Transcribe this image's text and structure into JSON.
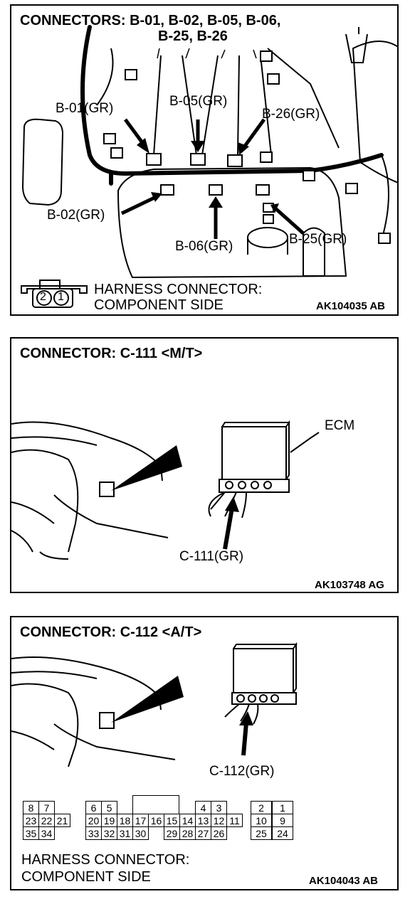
{
  "panel1": {
    "title_line1": "CONNECTORS: B-01, B-02, B-05, B-06,",
    "title_line2": "B-25, B-26",
    "labels": {
      "b01": "B-01(GR)",
      "b05": "B-05(GR)",
      "b26": "B-26(GR)",
      "b02": "B-02(GR)",
      "b06": "B-06(GR)",
      "b25": "B-25(GR)"
    },
    "pin_2": "2",
    "pin_1": "1",
    "legend_line1": "HARNESS CONNECTOR:",
    "legend_line2": "COMPONENT SIDE",
    "code": "AK104035 AB"
  },
  "panel2": {
    "title": "CONNECTOR: C-111 <M/T>",
    "ecm_label": "ECM",
    "connector_label": "C-111(GR)",
    "code": "AK103748 AG"
  },
  "panel3": {
    "title": "CONNECTOR: C-112 <A/T>",
    "connector_label": "C-112(GR)",
    "pin_row1": [
      "8",
      "7",
      "6",
      "5",
      "4",
      "3",
      "2",
      "1"
    ],
    "pin_row2": [
      "23",
      "22",
      "21",
      "20",
      "19",
      "18",
      "17",
      "16",
      "15",
      "14",
      "13",
      "12",
      "11",
      "10",
      "9"
    ],
    "pin_row3": [
      "35",
      "34",
      "33",
      "32",
      "31",
      "30",
      "29",
      "28",
      "27",
      "26",
      "25",
      "24"
    ],
    "legend_line1": "HARNESS CONNECTOR:",
    "legend_line2": "COMPONENT SIDE",
    "code": "AK104043 AB"
  }
}
